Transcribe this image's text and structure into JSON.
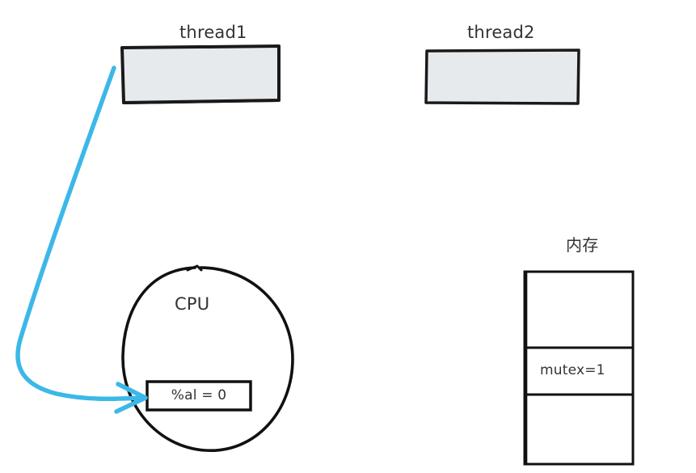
{
  "diagram": {
    "title_hint": "thread mutex CPU memory diagram",
    "colors": {
      "box_fill": "#E6EAED",
      "box_stroke": "#1A1A1A",
      "arrow": "#3CB8E8",
      "text": "#333333",
      "background": "#FFFFFF"
    },
    "threads": [
      {
        "label": "thread1",
        "box_name": "thread1-box"
      },
      {
        "label": "thread2",
        "box_name": "thread2-box"
      }
    ],
    "cpu": {
      "label": "CPU",
      "register": {
        "label": "%al = 0",
        "name": "al-register-box"
      }
    },
    "memory": {
      "label": "内存",
      "cells": [
        {
          "label": ""
        },
        {
          "label": "mutex=1"
        },
        {
          "label": ""
        }
      ]
    },
    "arrow": {
      "name": "thread1-to-register-arrow",
      "from": "thread1",
      "to": "%al = 0",
      "color": "#3CB8E8"
    }
  }
}
